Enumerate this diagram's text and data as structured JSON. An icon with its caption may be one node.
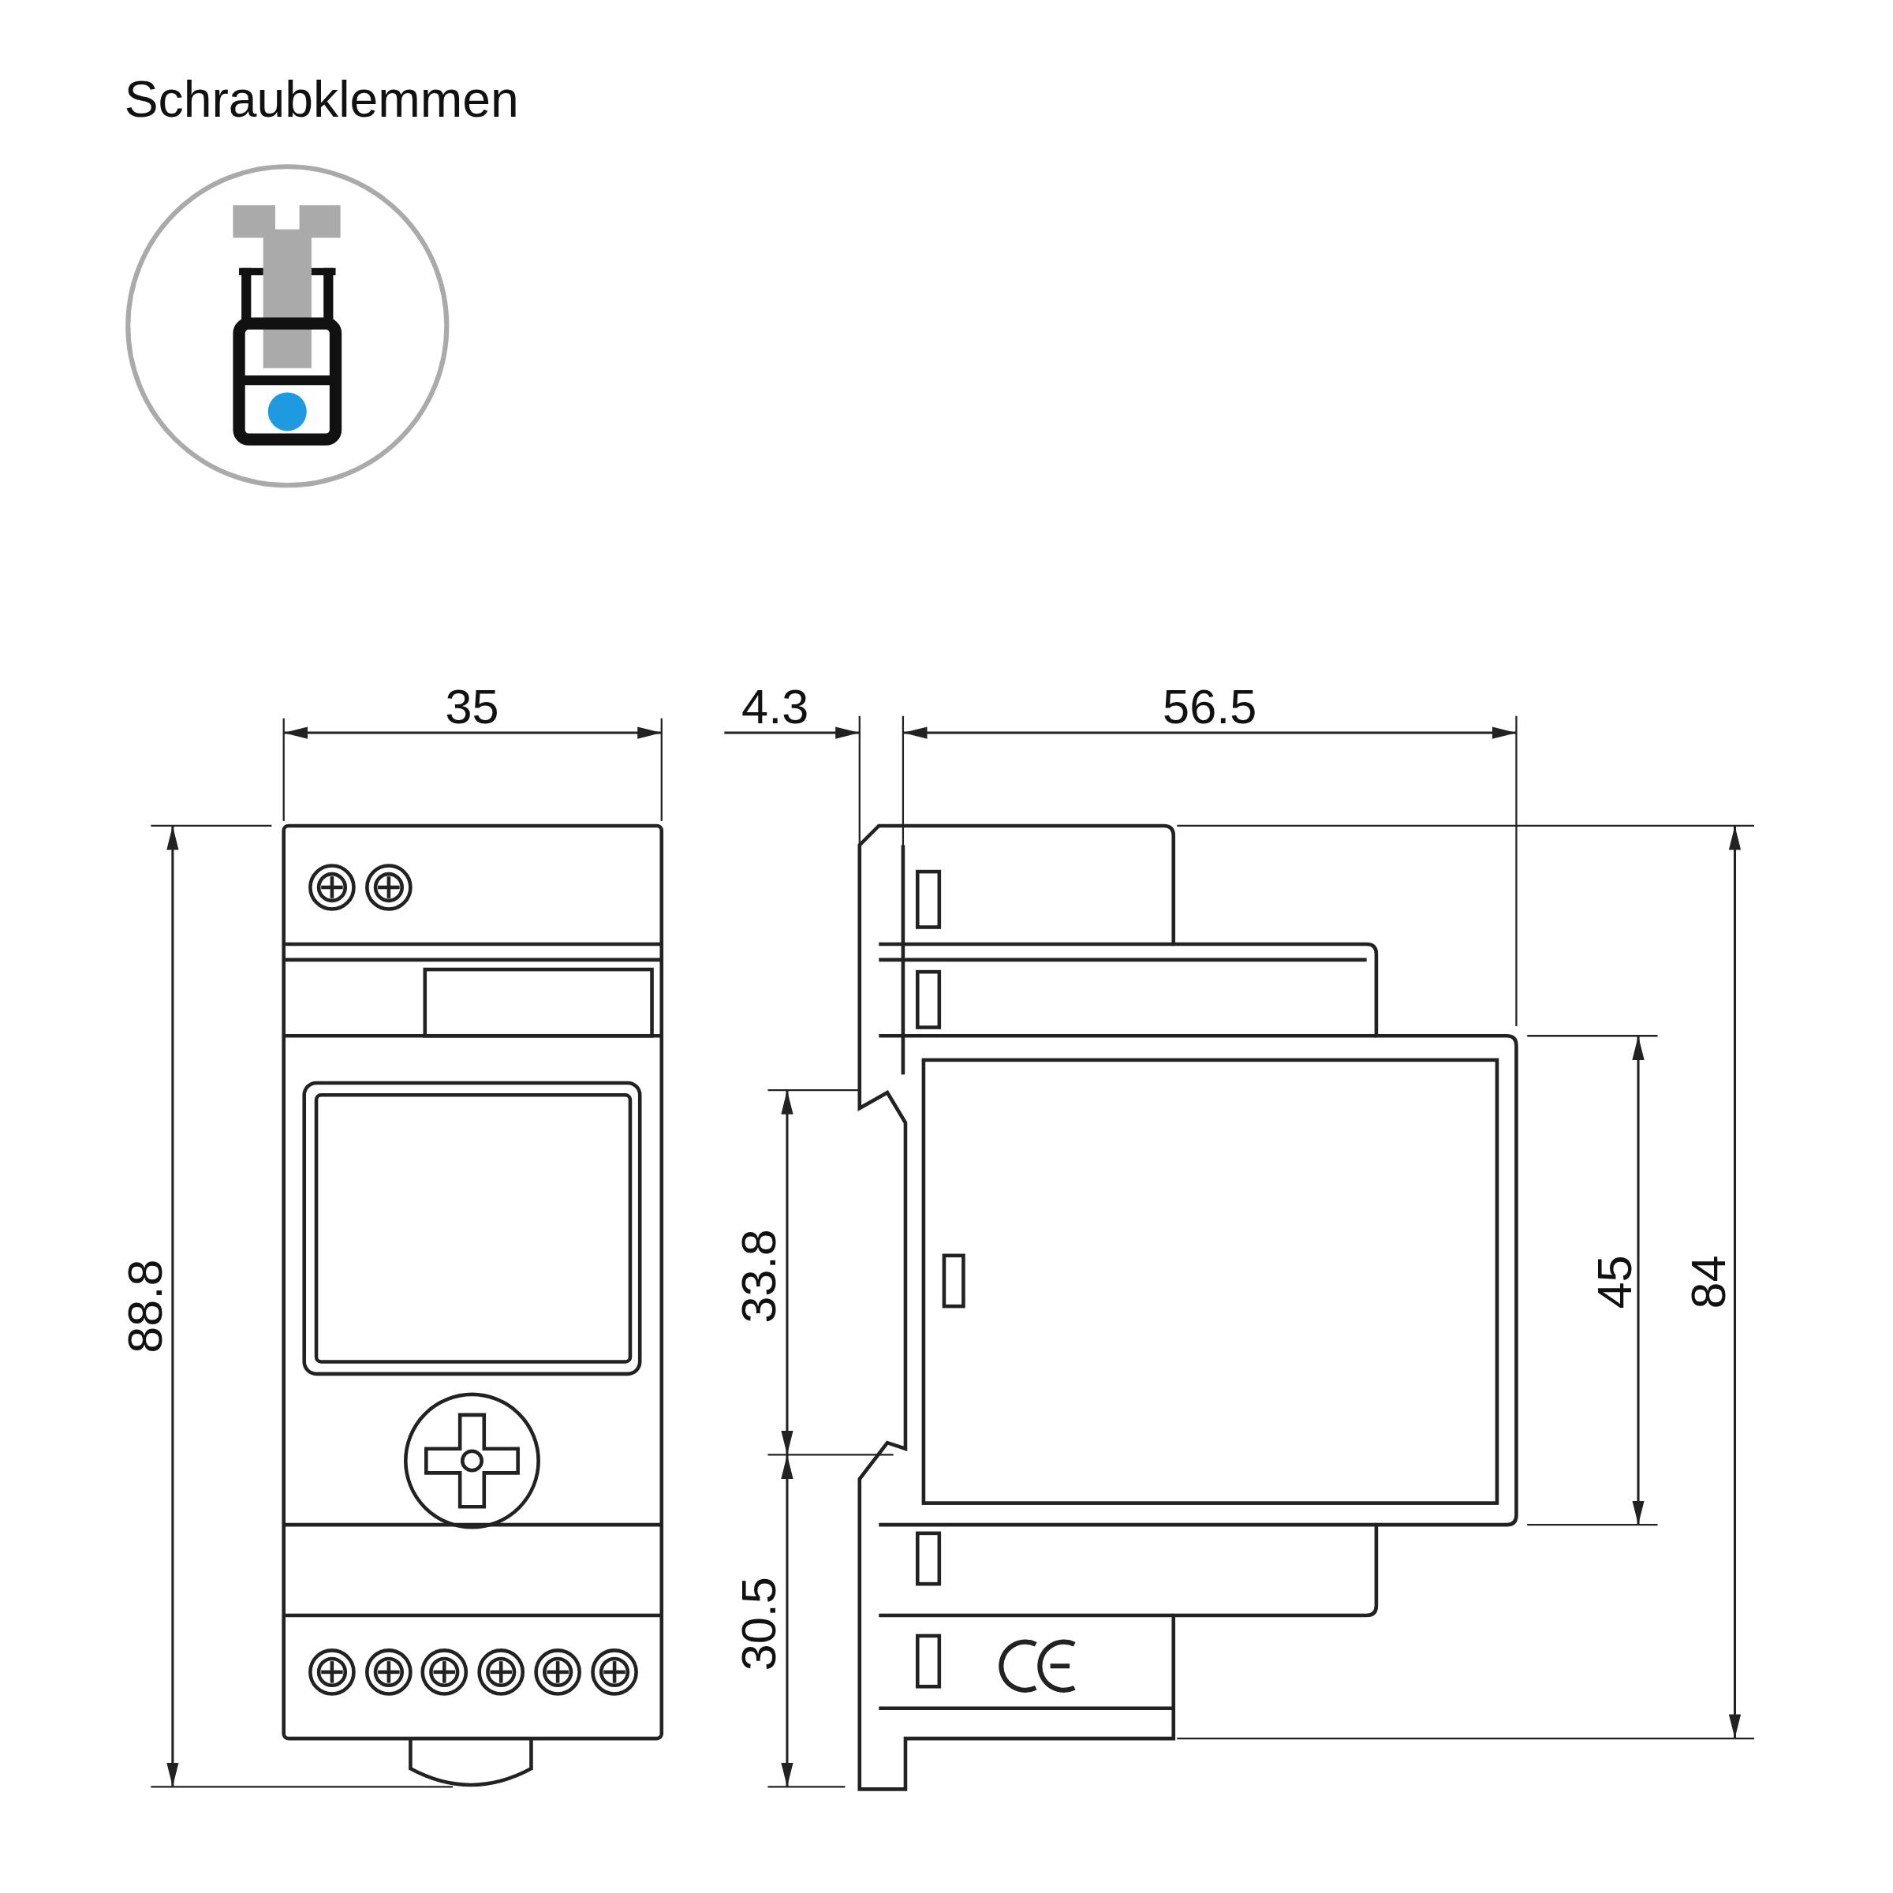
{
  "diagram": {
    "title": "Schraubklemmen",
    "labels": [
      "35",
      "4.3",
      "56.5",
      "88.8",
      "33.8",
      "45",
      "84",
      "30.5"
    ]
  }
}
